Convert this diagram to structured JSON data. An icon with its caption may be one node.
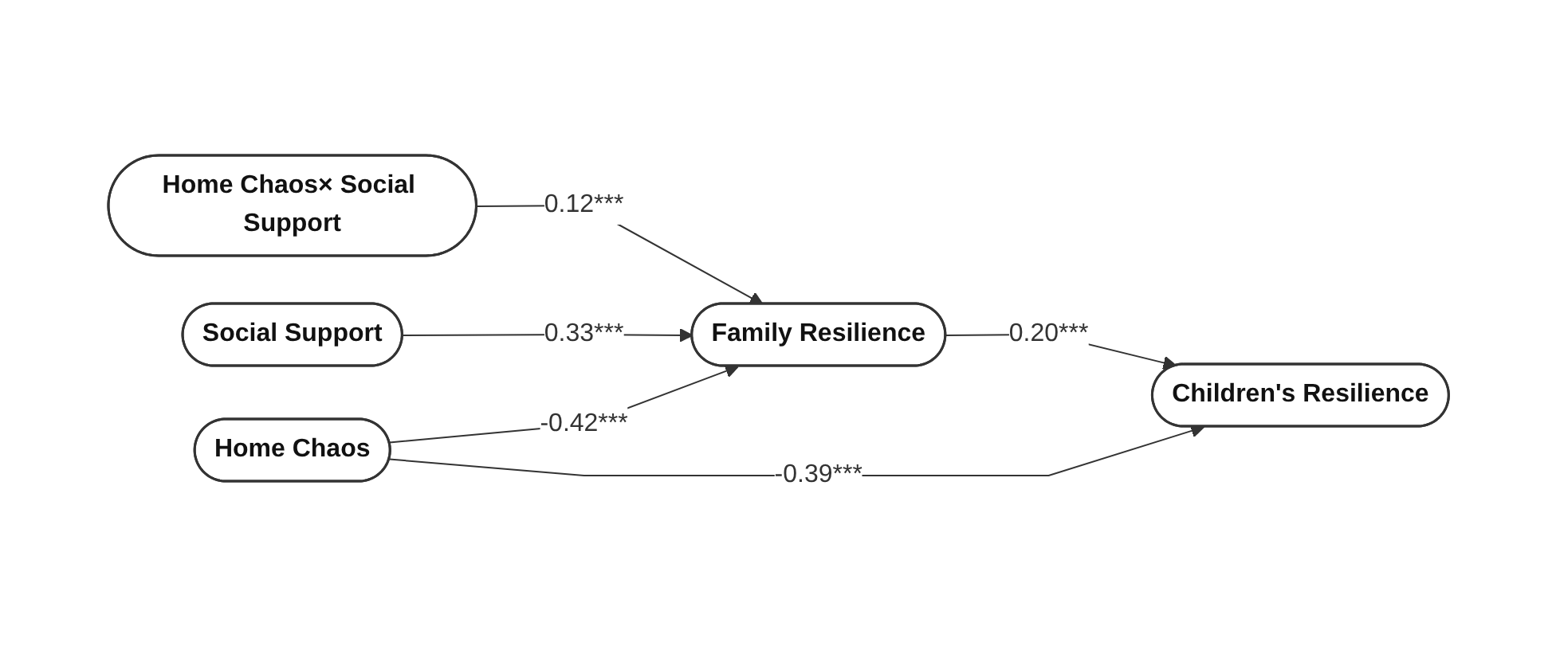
{
  "diagram": {
    "nodes": [
      {
        "text": [
          "Home Chaos× Social Support"
        ]
      },
      {
        "text": [
          "Social Support"
        ]
      },
      {
        "text": [
          "Family Resilience"
        ]
      },
      {
        "text": [
          "Home Chaos"
        ]
      },
      {
        "text": [
          "Children's Resilience"
        ]
      }
    ],
    "edges": [
      {
        "from": 0,
        "to": 2,
        "arrow": "to",
        "label": "0.12***"
      },
      {
        "from": 1,
        "to": 2,
        "arrow": "to",
        "label": "0.33***"
      },
      {
        "from": 3,
        "to": 2,
        "arrow": "to",
        "label": "-0.42***"
      },
      {
        "from": 2,
        "to": 4,
        "arrow": "to",
        "label": "0.20***"
      },
      {
        "from": 3,
        "to": 4,
        "arrow": "to",
        "label": "-0.39***"
      }
    ]
  }
}
